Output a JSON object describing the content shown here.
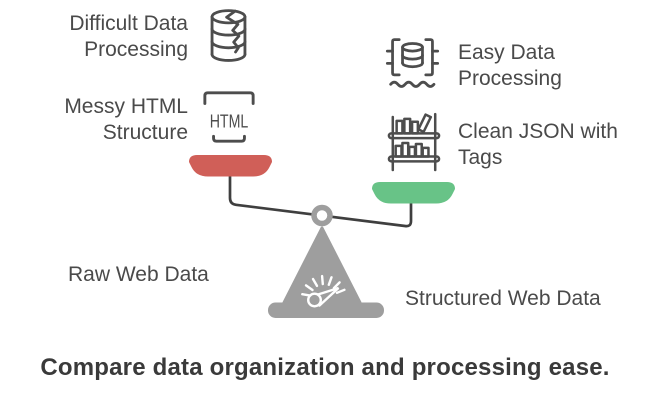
{
  "caption": "Compare data organization and processing ease.",
  "labels": {
    "difficult_line1": "Difficult Data",
    "difficult_line2": "Processing",
    "messy_line1": "Messy HTML",
    "messy_line2": "Structure",
    "easy_line1": "Easy Data",
    "easy_line2": "Processing",
    "clean_line1": "Clean JSON with",
    "clean_line2": "Tags",
    "left_pan": "Raw Web Data",
    "right_pan": "Structured Web Data"
  },
  "icons": {
    "html_text": "HTML",
    "left_top": "broken-database-icon",
    "left_bottom": "html-brackets-icon",
    "right_top": "database-with-braces-icon",
    "right_bottom": "bookshelf-icon"
  },
  "colors": {
    "left_pan_fill": "#d05f58",
    "right_pan_fill": "#68c387",
    "scale_body": "#9e9e9e",
    "beam_stroke": "#3f3f3f",
    "icon_stroke": "#4d4d4d",
    "label_text": "#4a4a4a",
    "caption_text": "#3a3a3a",
    "gauge_marks": "#ffffff"
  }
}
